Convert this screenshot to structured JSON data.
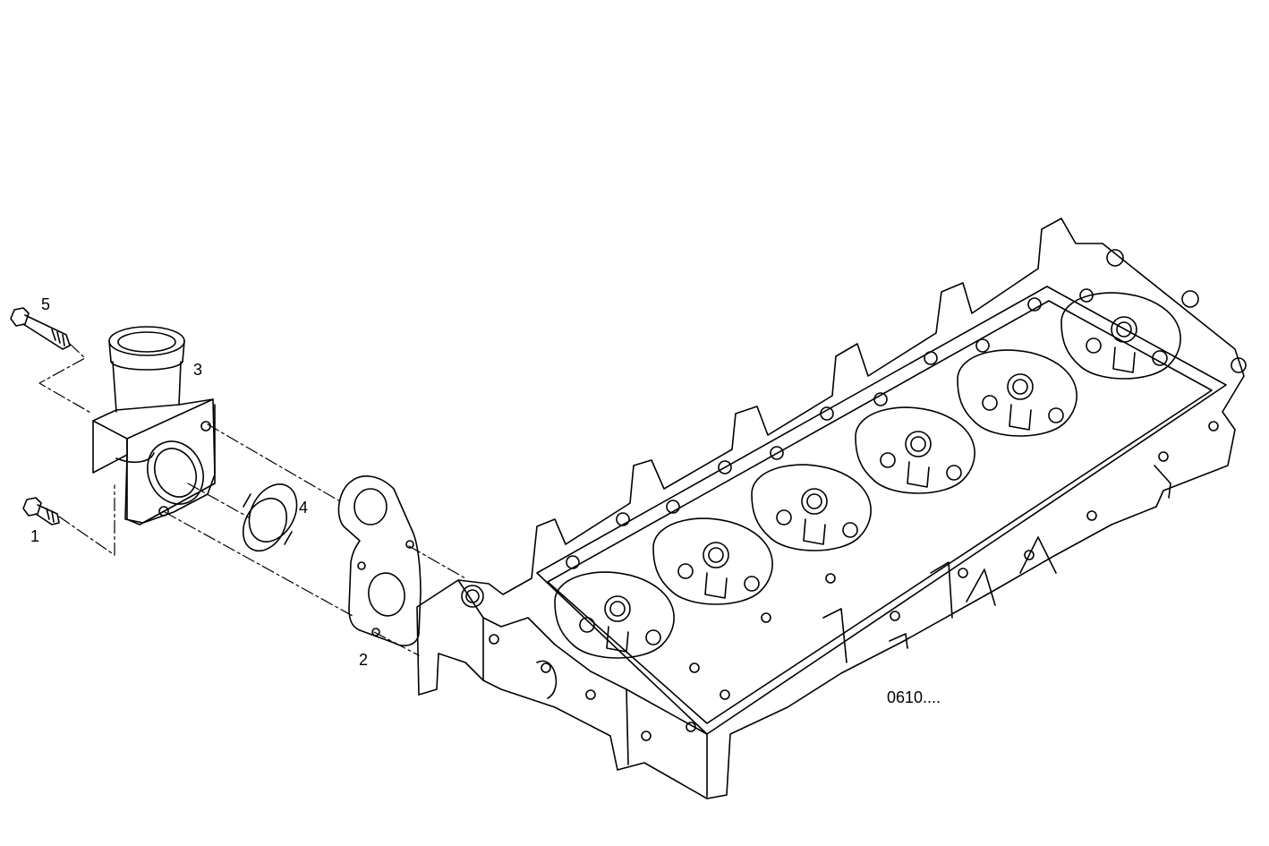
{
  "callouts": {
    "part_1": "1",
    "part_2": "2",
    "part_3": "3",
    "part_4": "4",
    "part_5": "5"
  },
  "reference_code": "0610....",
  "colors": {
    "line": "#000000",
    "background": "#ffffff"
  },
  "icons": {
    "bolt_short": "hex-flange-bolt-short",
    "bolt_long": "hex-flange-bolt-long",
    "housing": "water-outlet-housing",
    "seal": "sealing-ring",
    "gasket": "flange-gasket",
    "cylinder_head": "cylinder-head"
  }
}
